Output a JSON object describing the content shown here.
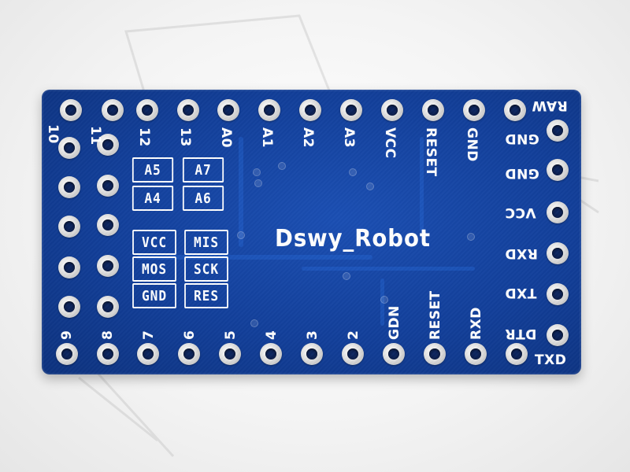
{
  "board": {
    "brand_text": "Dswy_Robot",
    "top_header_labels": [
      {
        "id": "pin-10",
        "label": "10"
      },
      {
        "id": "pin-11",
        "label": "11"
      },
      {
        "id": "pin-12",
        "label": "12"
      },
      {
        "id": "pin-13",
        "label": "13"
      },
      {
        "id": "pin-a0",
        "label": "A0"
      },
      {
        "id": "pin-a1",
        "label": "A1"
      },
      {
        "id": "pin-a2",
        "label": "A2"
      },
      {
        "id": "pin-a3",
        "label": "A3"
      },
      {
        "id": "pin-vcc",
        "label": "VCC"
      },
      {
        "id": "pin-reset",
        "label": "RESET"
      },
      {
        "id": "pin-gnd",
        "label": "GND"
      }
    ],
    "bottom_header_labels": [
      {
        "id": "pin-9",
        "label": "9"
      },
      {
        "id": "pin-8",
        "label": "8"
      },
      {
        "id": "pin-7",
        "label": "7"
      },
      {
        "id": "pin-6",
        "label": "6"
      },
      {
        "id": "pin-5",
        "label": "5"
      },
      {
        "id": "pin-4",
        "label": "4"
      },
      {
        "id": "pin-3",
        "label": "3"
      },
      {
        "id": "pin-2",
        "label": "2"
      },
      {
        "id": "pin-gdn",
        "label": "GDN"
      },
      {
        "id": "pin-reset-bottom",
        "label": "RESET"
      },
      {
        "id": "pin-rxd-bottom",
        "label": "RXD"
      }
    ],
    "right_header_labels": [
      {
        "id": "pin-raw",
        "label": "RAW"
      },
      {
        "id": "pin-gnd-1",
        "label": "GND"
      },
      {
        "id": "pin-gnd-2",
        "label": "GND"
      },
      {
        "id": "pin-vcc-right",
        "label": "VCC"
      },
      {
        "id": "pin-rxd",
        "label": "RXD"
      },
      {
        "id": "pin-txd",
        "label": "TXD"
      },
      {
        "id": "pin-dtr",
        "label": "DTR"
      },
      {
        "id": "pin-txd-bottom",
        "label": "TXD"
      }
    ],
    "analog_boxes": [
      "A5",
      "A7",
      "A4",
      "A6"
    ],
    "isp_boxes": [
      "VCC",
      "MIS",
      "MOS",
      "SCK",
      "GND",
      "RES"
    ]
  },
  "colors": {
    "pcb_blue": "#123f9a",
    "silkscreen": "#ffffff",
    "pad_silver": "#d9d9d9",
    "background": "#f3f3f3"
  }
}
